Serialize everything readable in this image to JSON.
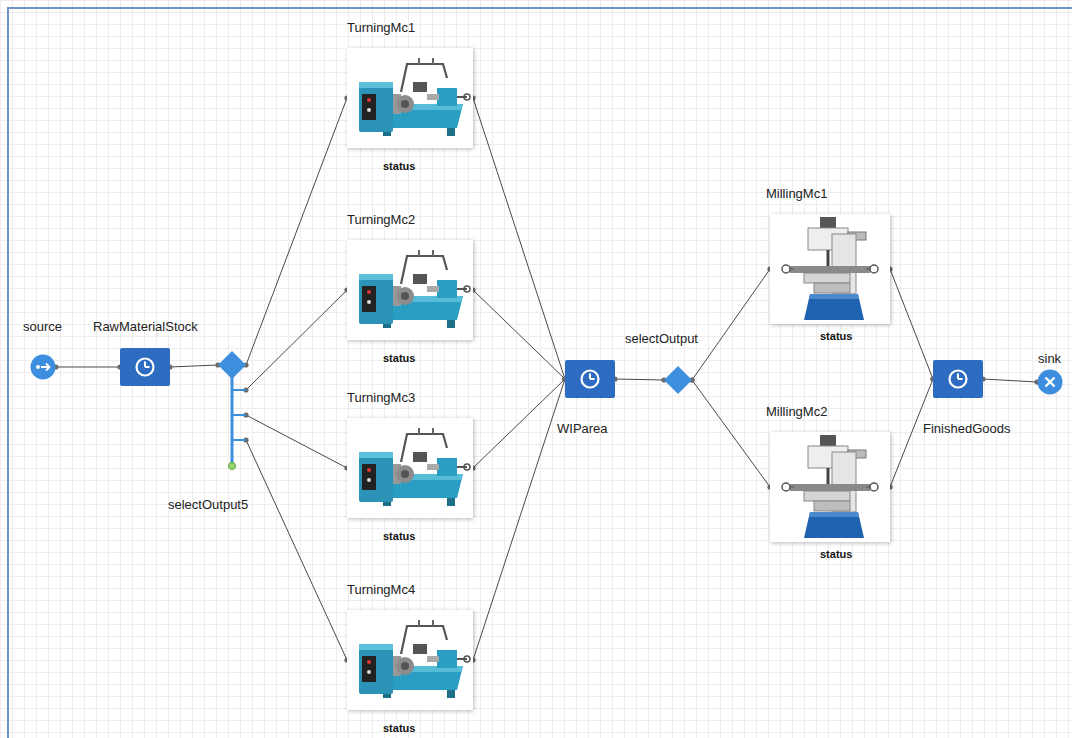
{
  "diagram": {
    "nodes": [
      {
        "text": [
          "source"
        ]
      },
      {
        "text": [
          "RawMaterialStock"
        ]
      },
      {
        "text": [
          "selectOutput5"
        ]
      },
      {
        "text": [
          "TurningMc1",
          "status"
        ]
      },
      {
        "text": [
          "TurningMc2",
          "status"
        ]
      },
      {
        "text": [
          "TurningMc3",
          "status"
        ]
      },
      {
        "text": [
          "TurningMc4",
          "status"
        ]
      },
      {
        "text": [
          "WIParea"
        ]
      },
      {
        "text": [
          "selectOutput"
        ]
      },
      {
        "text": [
          "MillingMc1",
          "status"
        ]
      },
      {
        "text": [
          "MillingMc2",
          "status"
        ]
      },
      {
        "text": [
          "FinishedGoods"
        ]
      },
      {
        "text": [
          "sink"
        ]
      }
    ],
    "edges": [
      {
        "from": 0,
        "to": 1,
        "arrow": "none"
      },
      {
        "from": 1,
        "to": 2,
        "arrow": "none"
      },
      {
        "from": 2,
        "to": 3,
        "arrow": "none"
      },
      {
        "from": 2,
        "to": 4,
        "arrow": "none"
      },
      {
        "from": 2,
        "to": 5,
        "arrow": "none"
      },
      {
        "from": 2,
        "to": 6,
        "arrow": "none"
      },
      {
        "from": 3,
        "to": 7,
        "arrow": "none"
      },
      {
        "from": 4,
        "to": 7,
        "arrow": "none"
      },
      {
        "from": 5,
        "to": 7,
        "arrow": "none"
      },
      {
        "from": 6,
        "to": 7,
        "arrow": "none"
      },
      {
        "from": 7,
        "to": 8,
        "arrow": "none"
      },
      {
        "from": 8,
        "to": 9,
        "arrow": "none"
      },
      {
        "from": 8,
        "to": 10,
        "arrow": "none"
      },
      {
        "from": 9,
        "to": 11,
        "arrow": "none"
      },
      {
        "from": 10,
        "to": 11,
        "arrow": "none"
      },
      {
        "from": 11,
        "to": 12,
        "arrow": "none"
      }
    ]
  }
}
